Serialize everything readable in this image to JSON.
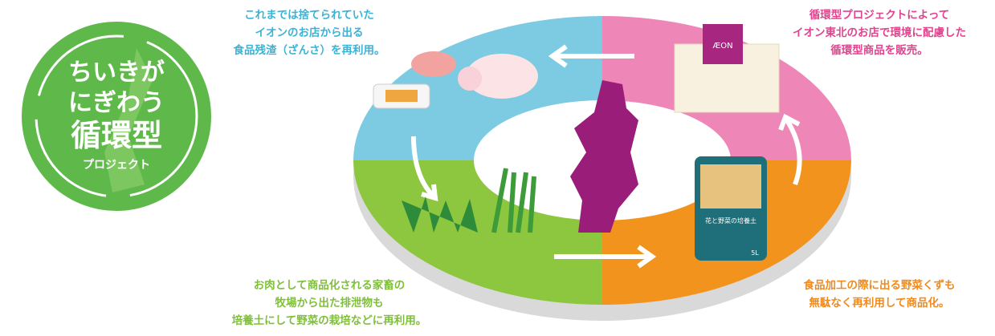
{
  "logo": {
    "line1": "ちいきが",
    "line2": "にぎわう",
    "line3": "循環型",
    "line4": "プロジェクト"
  },
  "captions": {
    "blue": [
      "これまでは捨てられていた",
      "イオンのお店から出る",
      "食品残渣（ざんさ）を再利用。"
    ],
    "pink": [
      "循環型プロジェクトによって",
      "イオン東北のお店で環境に配慮した",
      "循環型商品を販売。"
    ],
    "green": [
      "お肉として商品化される家畜の",
      "牧場から出た排泄物も",
      "培養土にして野菜の栽培などに再利用。"
    ],
    "orange": [
      "食品加工の際に出る野菜くずも",
      "無駄なく再利用して商品化。"
    ]
  },
  "box_brand": "ÆON",
  "bag": {
    "title": "花と野菜の培養土",
    "size": "5L"
  },
  "colors": {
    "blue": "#7ccbe2",
    "pink": "#ee86b8",
    "green": "#8dc63f",
    "orange": "#f2931e",
    "purple": "#9b1d7a",
    "logo_green": "#5fb94a"
  }
}
